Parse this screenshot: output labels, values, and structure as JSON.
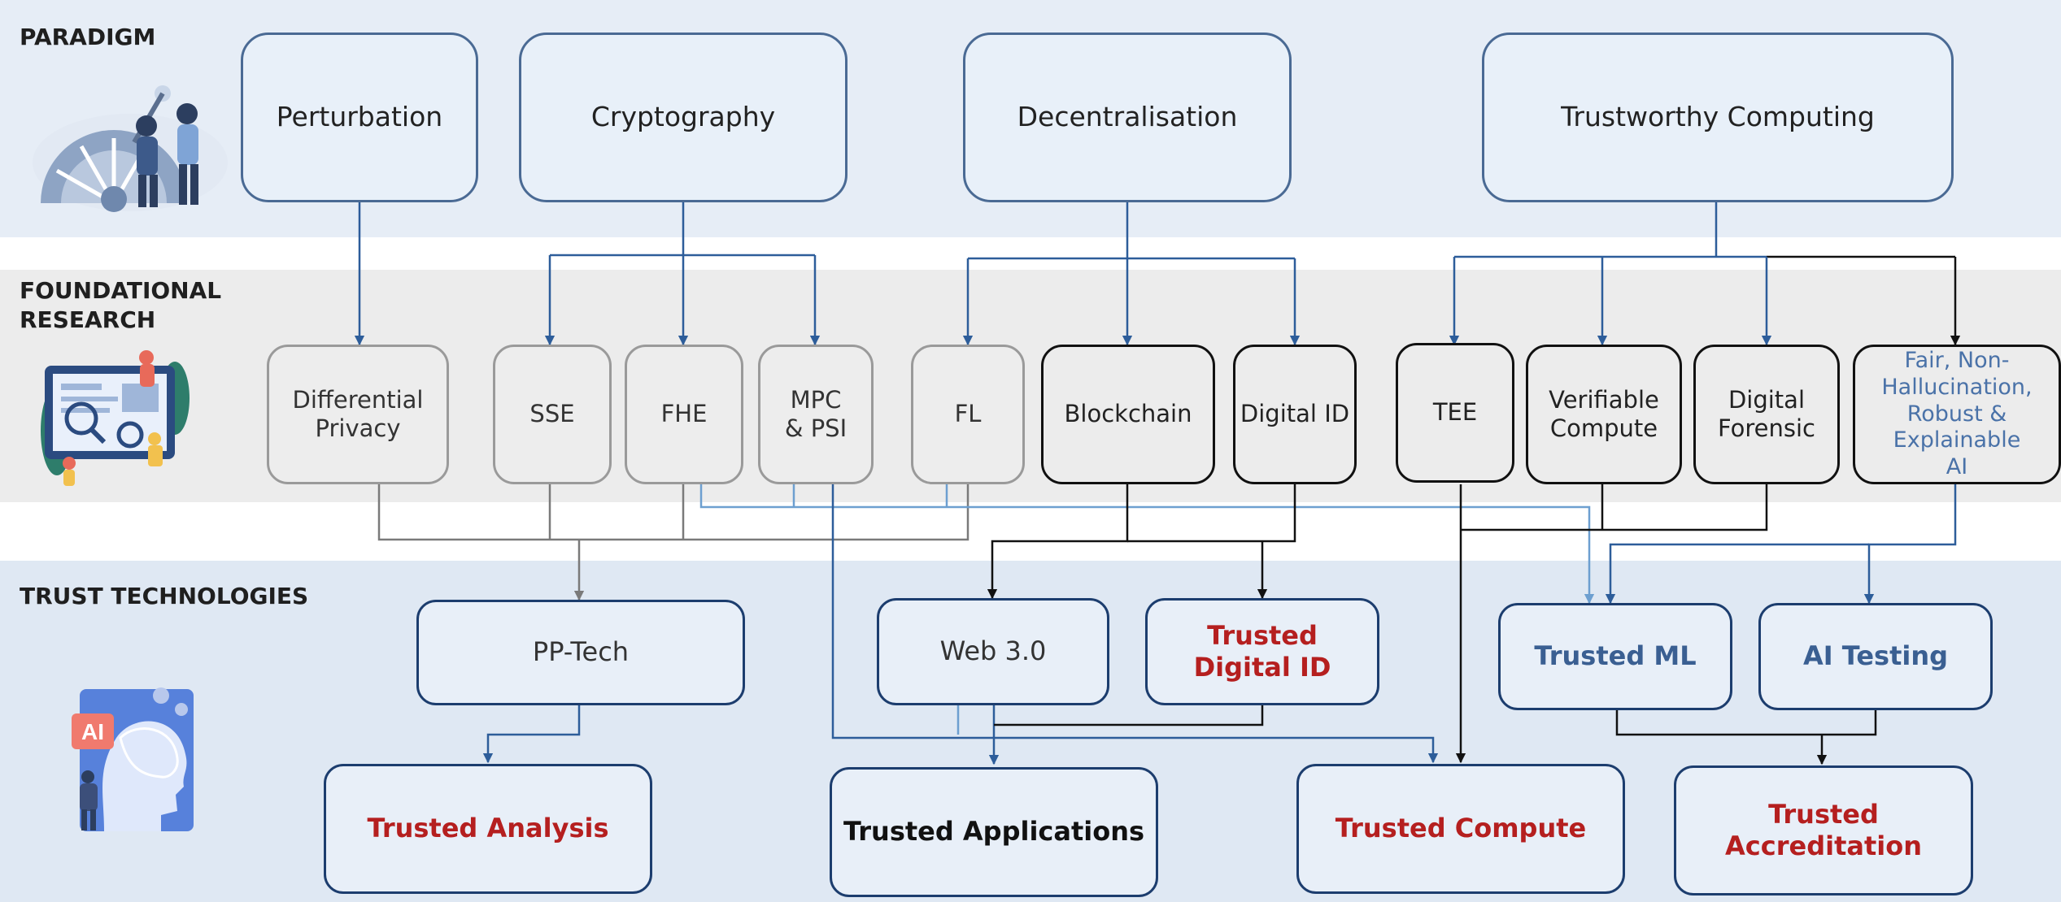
{
  "sections": {
    "paradigm": "PARADIGM",
    "foundational": "FOUNDATIONAL\nRESEARCH",
    "trust": "TRUST TECHNOLOGIES"
  },
  "paradigms": {
    "perturbation": "Perturbation",
    "cryptography": "Cryptography",
    "decentralisation": "Decentralisation",
    "trustworthy_computing": "Trustworthy Computing"
  },
  "research": {
    "differential_privacy": "Differential\nPrivacy",
    "sse": "SSE",
    "fhe": "FHE",
    "mpc_psi": "MPC\n& PSI",
    "fl": "FL",
    "blockchain": "Blockchain",
    "digital_id": "Digital ID",
    "tee": "TEE",
    "verifiable_compute": "Verifiable\nCompute",
    "digital_forensic": "Digital\nForensic",
    "fair_ai": "Fair, Non-\nHallucination,\nRobust &\nExplainable\nAI"
  },
  "technologies": {
    "pp_tech": "PP-Tech",
    "web3": "Web 3.0",
    "trusted_digital_id": "Trusted\nDigital ID",
    "trusted_ml": "Trusted ML",
    "ai_testing": "AI Testing"
  },
  "outcomes": {
    "trusted_analysis": "Trusted Analysis",
    "trusted_applications": "Trusted Applications",
    "trusted_compute": "Trusted Compute",
    "trusted_accreditation": "Trusted\nAccreditation"
  },
  "illustration_text": {
    "ai_badge": "AI"
  },
  "colors": {
    "navy": "#1c3d6e",
    "blue_line": "#2d5d9a",
    "light_blue_line": "#6d9fd0",
    "gray_line": "#7a7a7a",
    "black_line": "#111111",
    "red_text": "#b51f1f",
    "blue_text": "#3a5f92"
  }
}
